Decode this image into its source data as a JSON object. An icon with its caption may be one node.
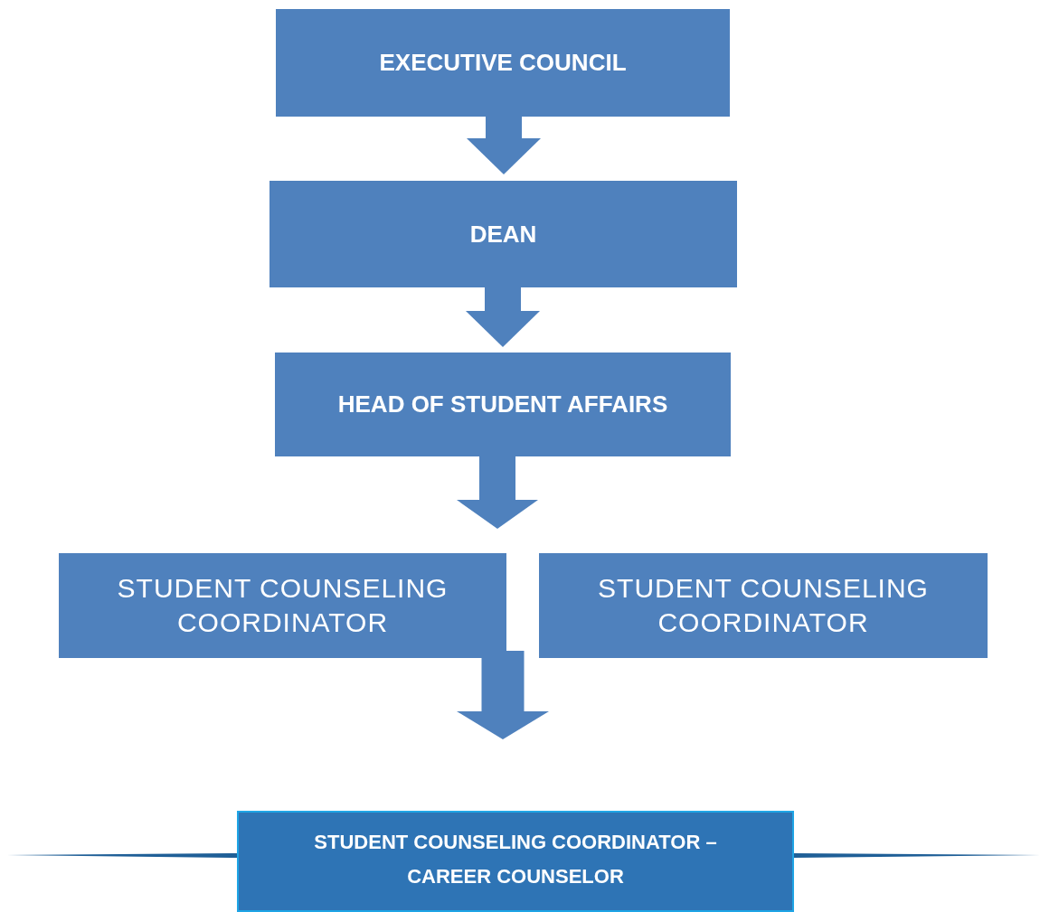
{
  "diagram": {
    "nodes": [
      {
        "text": [
          "EXECUTIVE COUNCIL"
        ]
      },
      {
        "text": [
          "DEAN"
        ]
      },
      {
        "text": [
          "HEAD OF STUDENT AFFAIRS"
        ]
      },
      {
        "text": [
          "STUDENT COUNSELING COORDINATOR"
        ]
      },
      {
        "text": [
          "STUDENT COUNSELING COORDINATOR"
        ]
      },
      {
        "text": [
          "STUDENT COUNSELING COORDINATOR – CAREER COUNSELOR"
        ]
      }
    ],
    "edges": [
      {
        "from": 0,
        "to": 1,
        "arrow": "to"
      },
      {
        "from": 1,
        "to": 2,
        "arrow": "to"
      },
      {
        "from": 2,
        "to": 3,
        "arrow": "to"
      },
      {
        "from": 3,
        "to": 5,
        "arrow": "to"
      }
    ]
  }
}
